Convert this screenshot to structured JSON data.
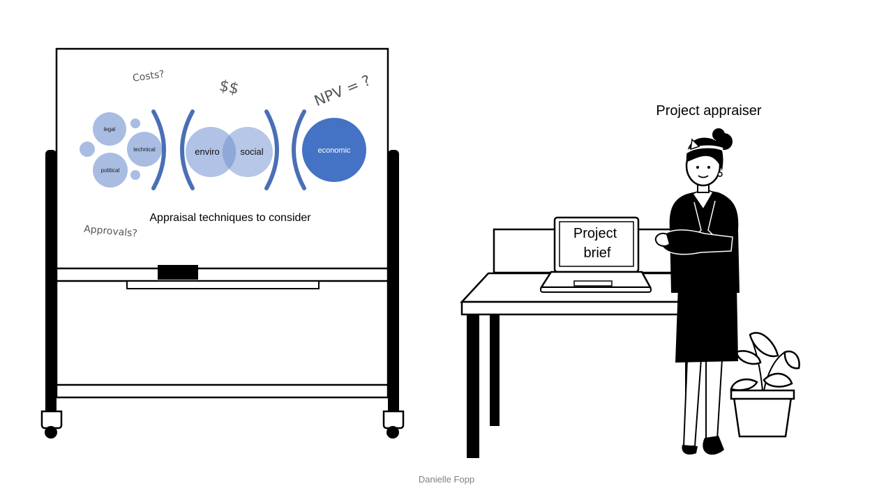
{
  "whiteboard": {
    "notes": {
      "costs": "Costs?",
      "money": "$$",
      "npv": "NPV = ?",
      "approvals": "Approvals?"
    },
    "diagram": {
      "legal": "legal",
      "technical": "technical",
      "political": "political",
      "enviro": "enviro",
      "social": "social",
      "economic": "economic"
    },
    "caption": "Appraisal techniques to consider"
  },
  "laptop": {
    "screen_line1": "Project",
    "screen_line2": "brief"
  },
  "person": {
    "label": "Project appraiser"
  },
  "footer": {
    "credit": "Danielle Fopp"
  },
  "colors": {
    "light_circle": "#a9bde3",
    "dark_circle": "#4472c4",
    "bracket": "#4a6fb5",
    "ink": "#000000"
  }
}
